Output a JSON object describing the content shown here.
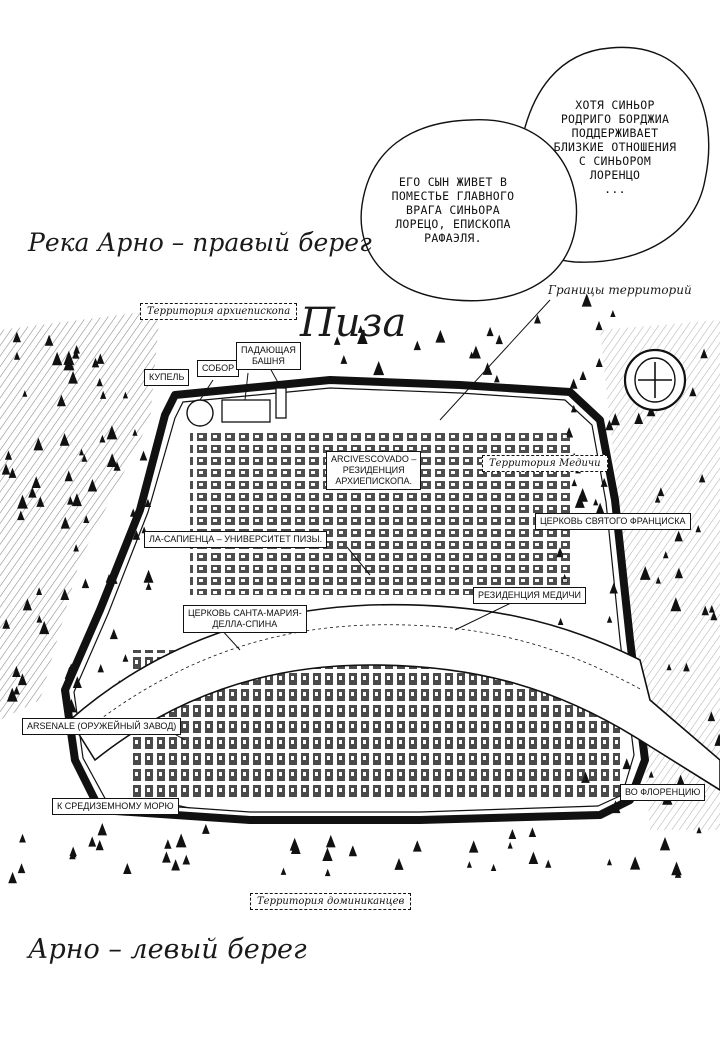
{
  "speech_bubbles": {
    "left": [
      "ЕГО СЫН ЖИВЕТ В",
      "ПОМЕСТЬЕ ГЛАВНОГО",
      "ВРАГА СИНЬОРА",
      "ЛОРЕЦО, ЕПИСКОПА",
      "РАФАЭЛЯ."
    ],
    "right": [
      "ХОТЯ СИНЬОР",
      "РОДРИГО БОРДЖИА",
      "ПОДДЕРЖИВАЕТ",
      "БЛИЗКИЕ ОТНОШЕНИЯ",
      "С СИНЬОРОМ",
      "ЛОРЕНЦО",
      "..."
    ]
  },
  "banks": {
    "right": "Река Арно – правый берег",
    "left": "Арно – левый берег"
  },
  "city_title": "Пиза",
  "territories": {
    "archbishop": "Территория архиепископа",
    "medici": "Территория Медичи",
    "dominicans": "Территория доминиканцев",
    "borders": "Границы территорий"
  },
  "places": {
    "kupel": "КУПЕЛЬ",
    "sobor": "СОБОР",
    "tower": [
      "ПАДАЮЩАЯ",
      "БАШНЯ"
    ],
    "arcivescovado": [
      "ARCIVESCOVADO –",
      "РЕЗИДЕНЦИЯ",
      "АРХИЕПИСКОПА."
    ],
    "sapienza": "ЛА-САПИЕНЦА – УНИВЕРСИТЕТ ПИЗЫ.",
    "francis": "ЦЕРКОВЬ СВЯТОГО ФРАНЦИСКА",
    "medici_res": "РЕЗИДЕНЦИЯ МЕДИЧИ",
    "santa_maria": [
      "ЦЕРКОВЬ САНТА-МАРИЯ-",
      "ДЕЛЛА-СПИНА"
    ],
    "arsenale": "ARSENALE (ОРУЖЕЙНЫЙ ЗАВОД)",
    "to_sea": "К СРЕДИЗЕМНОМУ МОРЮ",
    "to_florence": "ВО ФЛОРЕНЦИЮ"
  }
}
